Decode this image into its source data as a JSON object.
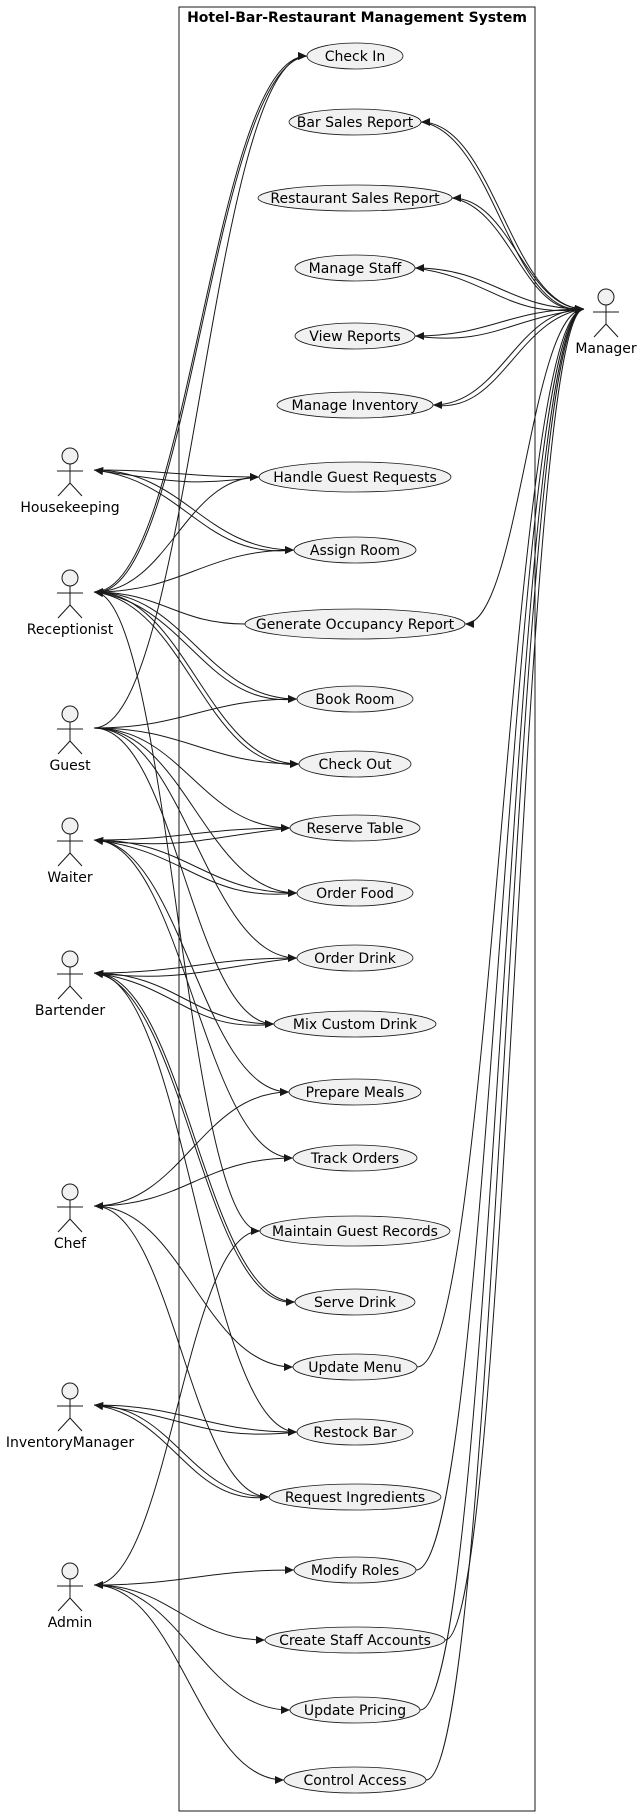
{
  "system": {
    "title": "Hotel-Bar-Restaurant Management System"
  },
  "actors": {
    "housekeeping": "Housekeeping",
    "receptionist": "Receptionist",
    "guest": "Guest",
    "waiter": "Waiter",
    "bartender": "Bartender",
    "chef": "Chef",
    "inventory_manager": "InventoryManager",
    "admin": "Admin",
    "manager": "Manager"
  },
  "use_cases": {
    "check_in": "Check In",
    "bar_sales_report": "Bar Sales Report",
    "restaurant_sales_report": "Restaurant Sales Report",
    "manage_staff": "Manage Staff",
    "view_reports": "View Reports",
    "manage_inventory": "Manage Inventory",
    "handle_guest_requests": "Handle Guest Requests",
    "assign_room": "Assign Room",
    "generate_occupancy_report": "Generate Occupancy Report",
    "book_room": "Book Room",
    "check_out": "Check Out",
    "reserve_table": "Reserve Table",
    "order_food": "Order Food",
    "order_drink": "Order Drink",
    "mix_custom_drink": "Mix Custom Drink",
    "prepare_meals": "Prepare Meals",
    "track_orders": "Track Orders",
    "maintain_guest_records": "Maintain Guest Records",
    "serve_drink": "Serve Drink",
    "update_menu": "Update Menu",
    "restock_bar": "Restock Bar",
    "request_ingredients": "Request Ingredients",
    "modify_roles": "Modify Roles",
    "create_staff_accounts": "Create Staff Accounts",
    "update_pricing": "Update Pricing",
    "control_access": "Control Access"
  },
  "relations": [
    [
      "receptionist",
      "check_in"
    ],
    [
      "check_in",
      "receptionist"
    ],
    [
      "guest",
      "check_in"
    ],
    [
      "manager",
      "bar_sales_report"
    ],
    [
      "bar_sales_report",
      "manager"
    ],
    [
      "manager",
      "restaurant_sales_report"
    ],
    [
      "restaurant_sales_report",
      "manager"
    ],
    [
      "manager",
      "manage_staff"
    ],
    [
      "manage_staff",
      "manager"
    ],
    [
      "manager",
      "view_reports"
    ],
    [
      "view_reports",
      "manager"
    ],
    [
      "manager",
      "manage_inventory"
    ],
    [
      "manage_inventory",
      "manager"
    ],
    [
      "housekeeping",
      "handle_guest_requests"
    ],
    [
      "handle_guest_requests",
      "housekeeping"
    ],
    [
      "receptionist",
      "handle_guest_requests"
    ],
    [
      "housekeeping",
      "assign_room"
    ],
    [
      "assign_room",
      "housekeeping"
    ],
    [
      "receptionist",
      "assign_room"
    ],
    [
      "generate_occupancy_report",
      "receptionist"
    ],
    [
      "manager",
      "generate_occupancy_report"
    ],
    [
      "receptionist",
      "book_room"
    ],
    [
      "book_room",
      "receptionist"
    ],
    [
      "guest",
      "book_room"
    ],
    [
      "receptionist",
      "check_out"
    ],
    [
      "check_out",
      "receptionist"
    ],
    [
      "guest",
      "check_out"
    ],
    [
      "guest",
      "reserve_table"
    ],
    [
      "waiter",
      "reserve_table"
    ],
    [
      "reserve_table",
      "waiter"
    ],
    [
      "waiter",
      "order_food"
    ],
    [
      "order_food",
      "waiter"
    ],
    [
      "guest",
      "order_food"
    ],
    [
      "bartender",
      "order_drink"
    ],
    [
      "order_drink",
      "bartender"
    ],
    [
      "guest",
      "order_drink"
    ],
    [
      "bartender",
      "mix_custom_drink"
    ],
    [
      "mix_custom_drink",
      "bartender"
    ],
    [
      "guest",
      "mix_custom_drink"
    ],
    [
      "chef",
      "prepare_meals"
    ],
    [
      "waiter",
      "prepare_meals"
    ],
    [
      "waiter",
      "track_orders"
    ],
    [
      "track_orders",
      "chef"
    ],
    [
      "receptionist",
      "maintain_guest_records"
    ],
    [
      "maintain_guest_records",
      "admin"
    ],
    [
      "bartender",
      "serve_drink"
    ],
    [
      "serve_drink",
      "bartender"
    ],
    [
      "chef",
      "update_menu"
    ],
    [
      "update_menu",
      "manager"
    ],
    [
      "inventory_manager",
      "restock_bar"
    ],
    [
      "restock_bar",
      "inventory_manager"
    ],
    [
      "bartender",
      "restock_bar"
    ],
    [
      "inventory_manager",
      "request_ingredients"
    ],
    [
      "request_ingredients",
      "inventory_manager"
    ],
    [
      "chef",
      "request_ingredients"
    ],
    [
      "admin",
      "modify_roles"
    ],
    [
      "modify_roles",
      "manager"
    ],
    [
      "admin",
      "create_staff_accounts"
    ],
    [
      "create_staff_accounts",
      "manager"
    ],
    [
      "admin",
      "update_pricing"
    ],
    [
      "update_pricing",
      "manager"
    ],
    [
      "admin",
      "control_access"
    ],
    [
      "control_access",
      "manager"
    ]
  ]
}
